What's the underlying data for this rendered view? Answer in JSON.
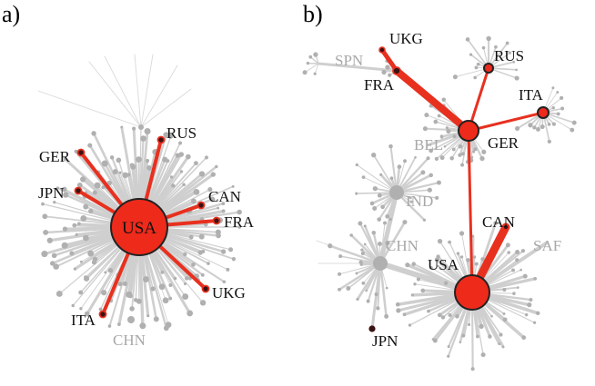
{
  "panel_a": {
    "label": "a)",
    "hub": "USA",
    "highlighted": [
      "GER",
      "RUS",
      "JPN",
      "CAN",
      "FRA",
      "UKG",
      "ITA"
    ],
    "gray_labels": [
      "CHN"
    ]
  },
  "panel_b": {
    "label": "b)",
    "red_nodes": [
      "UKG",
      "FRA",
      "RUS",
      "ITA",
      "GER",
      "CAN",
      "USA",
      "JPN"
    ],
    "gray_labels": [
      "SPN",
      "BEL",
      "IND",
      "CHN",
      "SAF"
    ]
  },
  "colors": {
    "red_node": "#ee2a1b",
    "red_edge": "#e8301f",
    "gray_edge": "#cfcfcf",
    "gray_node": "#b0b0b0",
    "dark_node": "#3a1212",
    "outline": "#222222"
  }
}
